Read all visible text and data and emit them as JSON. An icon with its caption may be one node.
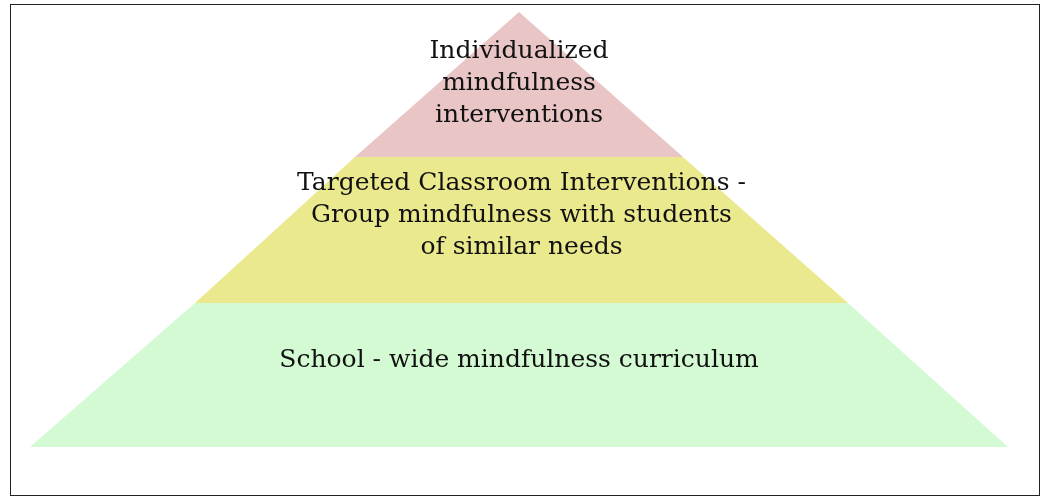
{
  "diagram": {
    "nodes": [
      {
        "text": [
          "Individualized mindfulness interventions"
        ]
      },
      {
        "text": [
          "Targeted Classroom Interventions - Group mindfulness with students of similar needs"
        ]
      },
      {
        "text": [
          "School - wide mindfulness curriculum"
        ]
      }
    ]
  }
}
